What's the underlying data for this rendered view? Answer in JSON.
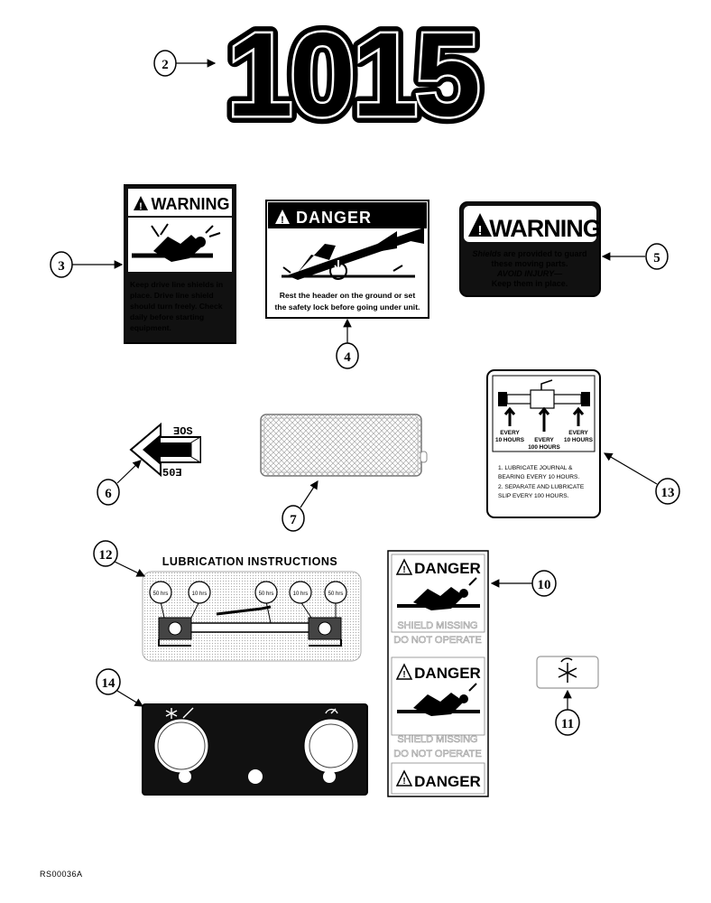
{
  "model_decal": {
    "text": "1015"
  },
  "callouts": [
    "2",
    "3",
    "4",
    "5",
    "6",
    "7",
    "10",
    "11",
    "12",
    "13",
    "14"
  ],
  "warning_drive_line": {
    "header": "WARNING",
    "lines": [
      "Keep drive line shields in",
      "place. Drive line shield",
      "should turn freely. Check",
      "daily before starting",
      "equipment."
    ]
  },
  "danger_header": {
    "header": "DANGER",
    "lines": [
      "Rest the header on the ground or set",
      "the safety lock before going under unit."
    ]
  },
  "warning_shields": {
    "header": "WARNING",
    "lines": [
      "these moving parts.",
      "Keep them in place."
    ],
    "emph_lead": "Shields",
    "emph_rest": " are provided to guard",
    "avoid": "AVOID INJURY—"
  },
  "arrow_decal": {
    "top": "ƎOS",
    "bottom": "50Ǝ"
  },
  "lube_interval_decal": {
    "labels": [
      "EVERY",
      "10 HOURS",
      "EVERY",
      "10 HOURS",
      "EVERY",
      "100 HOURS"
    ],
    "instructions": [
      "1. LUBRICATE JOURNAL &",
      "BEARING EVERY 10 HOURS.",
      "2. SEPARATE AND LUBRICATE",
      "SLIP EVERY 100 HOURS."
    ]
  },
  "lubrication_instructions": {
    "title": "LUBRICATION INSTRUCTIONS",
    "bubbles": [
      "50 hrs",
      "10 hrs",
      "50 hrs",
      "10 hrs",
      "50 hrs"
    ]
  },
  "danger_strip": {
    "headers": [
      "DANGER",
      "DANGER",
      "DANGER"
    ],
    "faded": [
      "SHIELD MISSING",
      "DO NOT OPERATE",
      "SHIELD MISSING",
      "DO NOT OPERATE"
    ]
  },
  "reference": "RS00036A"
}
